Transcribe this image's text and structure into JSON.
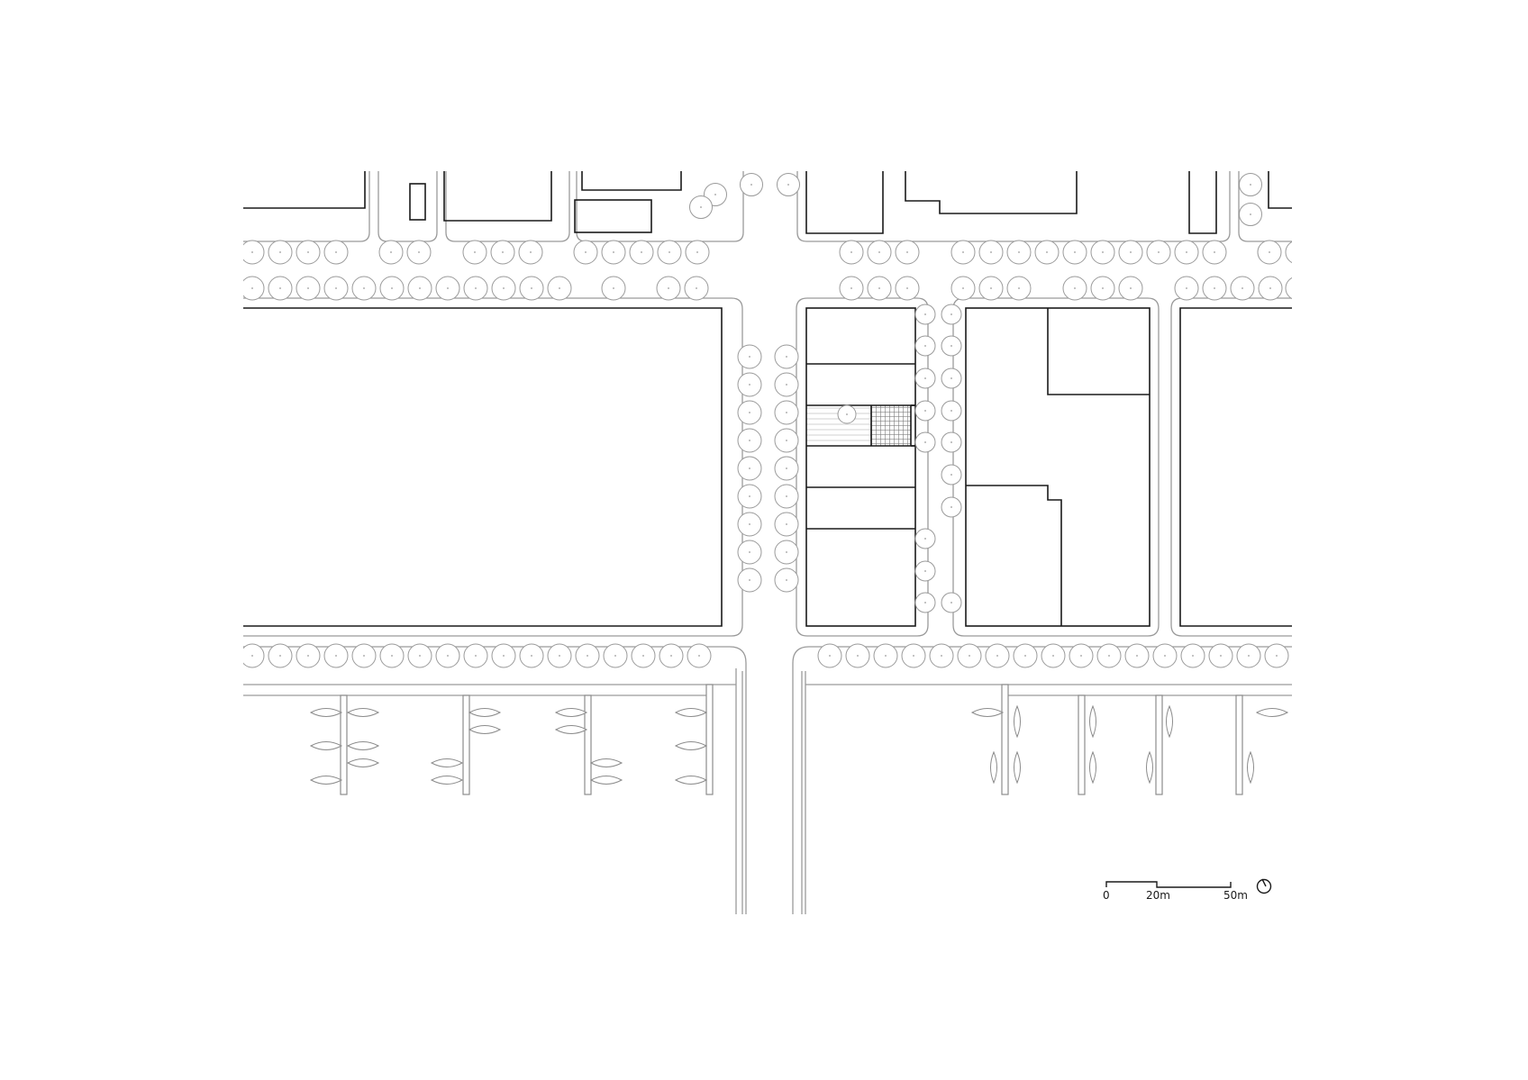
{
  "scale_bar": {
    "label_0": "0",
    "label_20": "20m",
    "label_50": "50m"
  },
  "north_arrow": {
    "icon": "north-arrow-icon"
  },
  "colors": {
    "buildings": "#1a1a1a",
    "curbs_and_trees": "#9a9a9a",
    "highlight_hatch": "#7a7a7a"
  }
}
